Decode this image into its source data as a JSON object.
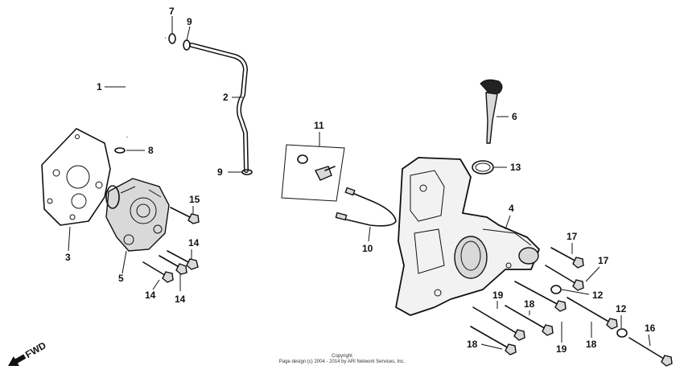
{
  "callouts": {
    "c1": "1",
    "c2": "2",
    "c3": "3",
    "c4": "4",
    "c5": "5",
    "c6": "6",
    "c7": "7",
    "c8": "8",
    "c9a": "9",
    "c9b": "9",
    "c10": "10",
    "c11": "11",
    "c12a": "12",
    "c12b": "12",
    "c13": "13",
    "c14a": "14",
    "c14b": "14",
    "c14c": "14",
    "c15": "15",
    "c16": "16",
    "c17a": "17",
    "c17b": "17",
    "c18a": "18",
    "c18b": "18",
    "c18c": "18",
    "c19a": "19",
    "c19b": "19"
  },
  "fwd_label": "FWD",
  "footer": {
    "line1": "Copyright",
    "line2": "Page design (c) 2004 - 2014 by ARI Network Services, Inc."
  }
}
